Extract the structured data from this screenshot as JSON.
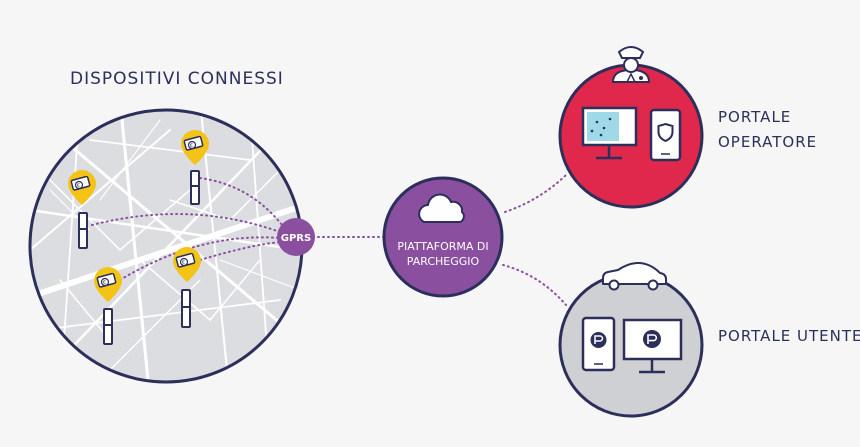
{
  "labels": {
    "connected_devices": "DISPOSITIVI CONNESSI",
    "gprs": "GPRS",
    "platform_line1": "PIATTAFORMA DI",
    "platform_line2": "PARCHEGGIO",
    "operator_line1": "PORTALE",
    "operator_line2": "OPERATORE",
    "user_portal": "PORTALE UTENTE",
    "euro_symbol": "€"
  },
  "colors": {
    "navy": "#2c2f5a",
    "map_fill": "#dcdde1",
    "street": "#ffffff",
    "purple": "#8a4f9e",
    "red": "#e0284c",
    "grey_circle": "#cfd0d4",
    "pin_yellow": "#f3c316",
    "screen_blue": "#9fd8e6",
    "background": "#f6f6f7"
  },
  "icons": {
    "cloud": "cloud-icon",
    "officer": "police-officer-icon",
    "car": "car-icon",
    "parking_meter": "parking-meter-icon",
    "payment_pin": "payment-card-pin-icon",
    "shield": "shield-icon",
    "brand": "brand-p-logo-icon"
  }
}
